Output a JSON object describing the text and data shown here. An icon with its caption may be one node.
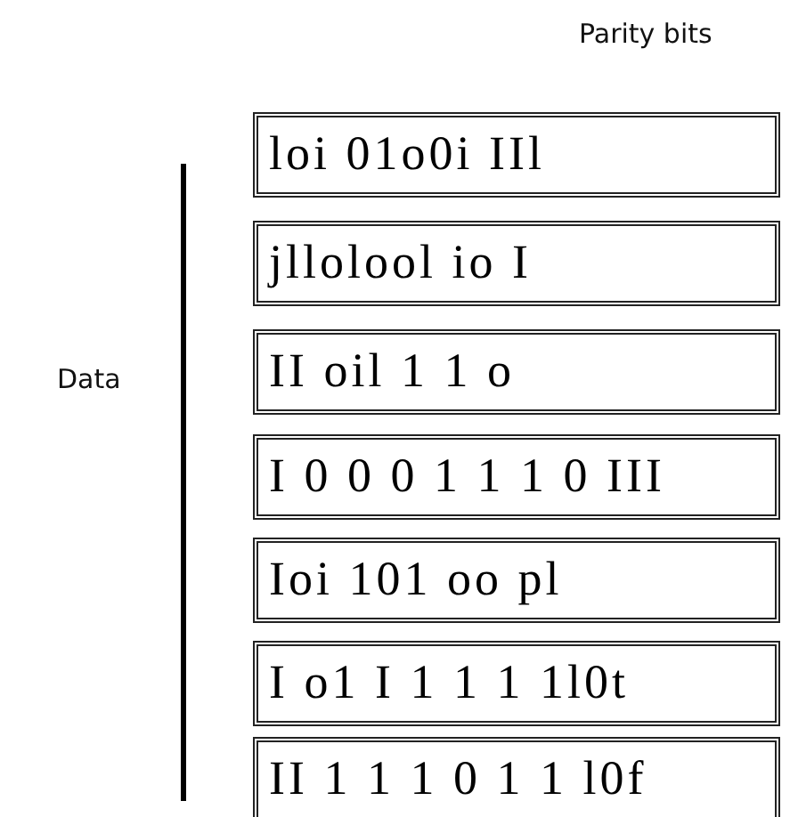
{
  "diagram": {
    "nodes": [
      {
        "text": [
          "loi 01o0i IIl"
        ]
      },
      {
        "text": [
          "jllolool io I"
        ]
      },
      {
        "text": [
          "II oil 1 1 o"
        ]
      },
      {
        "text": [
          "I 0 0 0 1 1 1 0 III"
        ]
      },
      {
        "text": [
          "Ioi 101 oo pl"
        ]
      },
      {
        "text": [
          "I o1 I 1 1 1 1l0t"
        ]
      },
      {
        "text": [
          "II 1 1 1 0 1 1 l0f"
        ]
      }
    ],
    "edges": [],
    "labels": [
      "Parity bits",
      "Data"
    ]
  }
}
